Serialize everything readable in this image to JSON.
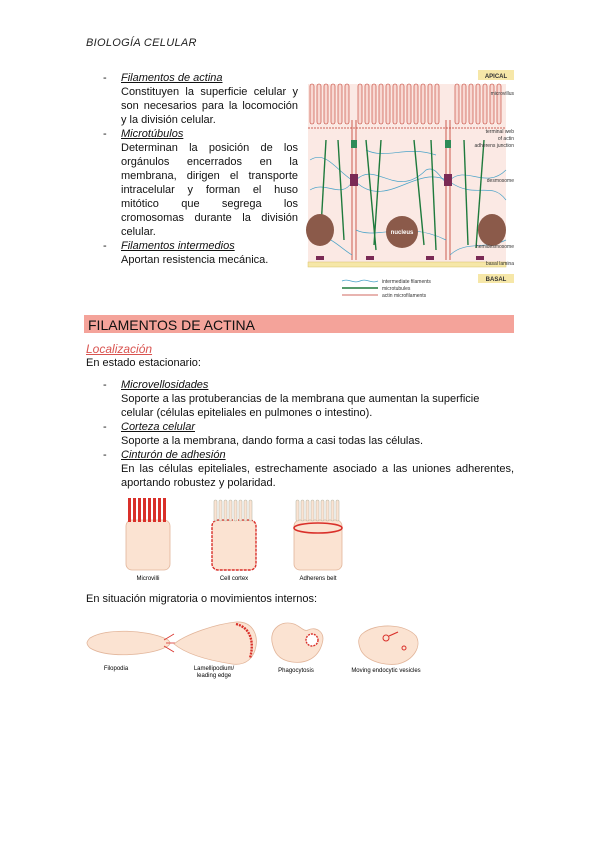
{
  "header": {
    "title": "BIOLOGÍA CELULAR"
  },
  "intro_list": [
    {
      "dash": "-",
      "title": "Filamentos de actina",
      "text": "Constituyen la superficie celular y son necesarios para la locomoción y la división celular."
    },
    {
      "dash": "-",
      "title": "Microtúbulos",
      "text": "Determinan la posición de los orgánulos encerrados en la membrana, dirigen el transporte intracelular y forman el huso mitótico que segrega los cromosomas durante la división celular."
    },
    {
      "dash": "-",
      "title": "Filamentos intermedios",
      "text": "Aportan resistencia mecánica."
    }
  ],
  "figure1": {
    "apical": "APICAL",
    "basal": "BASAL",
    "labels": {
      "microvillus": "microvillus",
      "terminal_web": "terminal web",
      "of_actin": "of actin",
      "adherens": "adherens junction",
      "desmosome": "desmosome",
      "hemidesmosome": "hemidesmosome",
      "basal_lamina": "basal lamina",
      "nucleus": "nucleus"
    },
    "legend": {
      "intermediate": "intermediate filaments",
      "microtubules": "microtubules",
      "actin": "actin microfilaments"
    },
    "colors": {
      "actin": "#c0392b",
      "microtubules": "#1e7a3c",
      "intermediate": "#4aa3c8",
      "nucleus": "#8b5a4a",
      "band": "#f6e7a8",
      "bar": "#f4a39a"
    }
  },
  "section": {
    "title": "FILAMENTOS DE ACTINA"
  },
  "localizacion": {
    "title": "Localización",
    "intro": "En estado estacionario:",
    "items": [
      {
        "dash": "-",
        "title": "Microvellosidades",
        "text": "Soporte a las protuberancias de la membrana que aumentan la superficie celular (células epiteliales en pulmones o intestino)."
      },
      {
        "dash": "-",
        "title": "Corteza celular",
        "text": "Soporte a la membrana, dando forma a casi todas las células."
      },
      {
        "dash": "-",
        "title": "Cinturón de adhesión",
        "text": "En las células epiteliales, estrechamente asociado a las uniones adherentes, aportando robustez y polaridad."
      }
    ]
  },
  "figure2": {
    "labels": [
      "Microvilli",
      "Cell cortex",
      "Adherens belt"
    ]
  },
  "migratoria": {
    "text": "En situación migratoria o movimientos internos:"
  },
  "figure3": {
    "labels": [
      "Filopodia",
      "Lamellipodium/",
      "leading edge",
      "Phagocytosis",
      "Moving endocytic vesicles"
    ]
  }
}
